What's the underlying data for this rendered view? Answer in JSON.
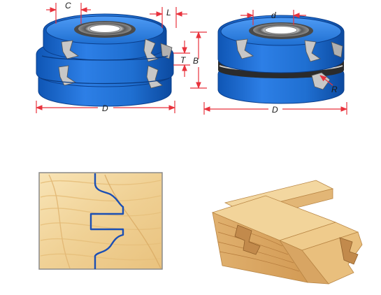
{
  "colors": {
    "cutter_blue": "#1f6fd1",
    "cutter_blue_dark": "#0d4fa8",
    "cutter_blue_light": "#3d8ef0",
    "bore_gray": "#6e6e6e",
    "steel": "#b9b9b9",
    "dimension_red": "#e8323c",
    "wood_light": "#f4dca8",
    "wood_mid": "#e6bf7c",
    "wood_dark": "#c9955a",
    "profile_line": "#1b4fb4",
    "frame_gray": "#8a8a8a"
  },
  "labels": {
    "c": "C",
    "l": "L",
    "t": "T",
    "b": "B",
    "d_left": "D",
    "d_right": "D",
    "bore": "d",
    "r": "R"
  },
  "icons": {
    "left_cutter": "stacked-cutter-set",
    "right_cutter": "stacked-cutter-set",
    "profile": "tongue-groove-profile",
    "joint": "wood-joint-assembly"
  }
}
